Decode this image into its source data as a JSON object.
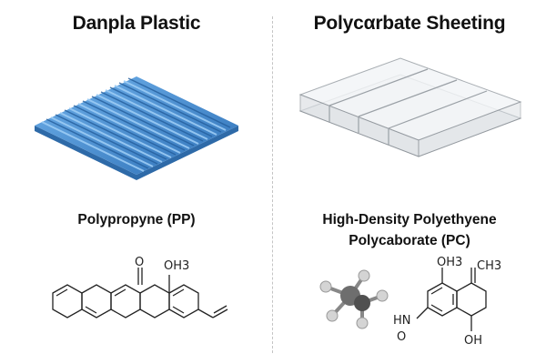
{
  "left": {
    "title": "Danpla Plastic",
    "material_label": "Polypropyne (PP)",
    "molecule_labels": {
      "carbonyl": "O",
      "methyl": "OH3"
    }
  },
  "right": {
    "title": "Polycαrbate Sheeting",
    "material_label_1": "High-Density Polyethyene",
    "material_label_2": "Polycaborate (PC)",
    "molecule_labels": {
      "top_left": "OH3",
      "top_right": "CH3",
      "left_group": "HN",
      "left_o": "O",
      "bottom": "OH"
    }
  },
  "colors": {
    "corrugated_blue": "#4a90d0",
    "divider": "#c4c4c4"
  }
}
